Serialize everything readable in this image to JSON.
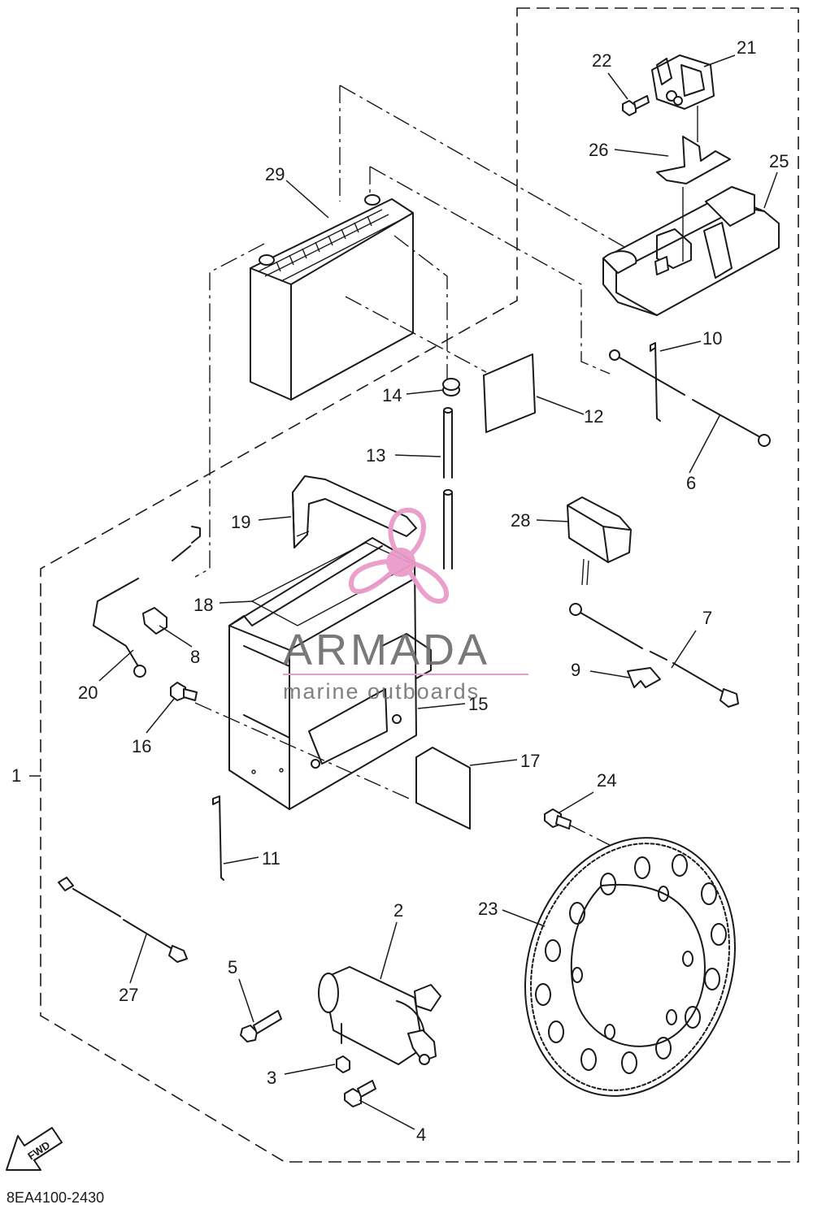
{
  "diagram": {
    "code": "8EA4100-2430",
    "fwd_label": "FWD",
    "group_label": "1"
  },
  "watermark": {
    "brand": "ARMADA",
    "tagline": "marine outboards",
    "brand_color": "#6b6b6b",
    "logo_color": "#e99bc9"
  },
  "callouts": {
    "c1": "1",
    "c2": "2",
    "c3": "3",
    "c4": "4",
    "c5": "5",
    "c6": "6",
    "c7": "7",
    "c8": "8",
    "c9": "9",
    "c10": "10",
    "c11": "11",
    "c12": "12",
    "c13": "13",
    "c14": "14",
    "c15": "15",
    "c16": "16",
    "c17": "17",
    "c18": "18",
    "c19": "19",
    "c20": "20",
    "c21": "21",
    "c22": "22",
    "c23": "23",
    "c24": "24",
    "c25": "25",
    "c26": "26",
    "c27": "27",
    "c28": "28",
    "c29": "29"
  }
}
